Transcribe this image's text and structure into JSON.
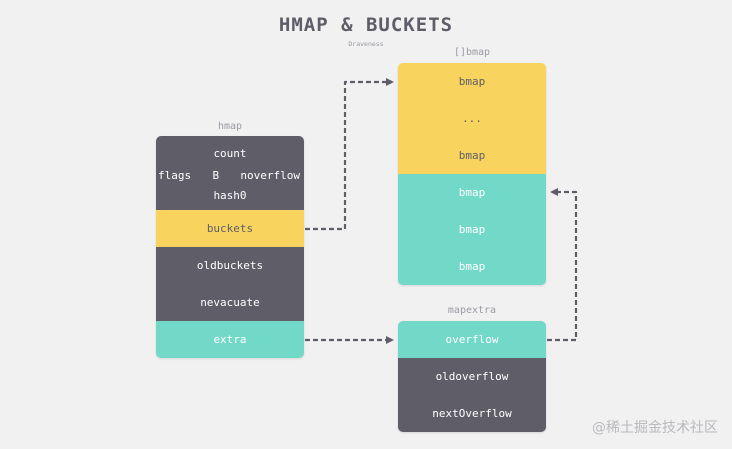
{
  "title": "HMAP & BUCKETS",
  "author": "Draveness",
  "hmap": {
    "label": "hmap",
    "fields": {
      "count": "count",
      "flags": "flags",
      "b": "B",
      "noverflow": "noverflow",
      "hash0": "hash0",
      "buckets": "buckets",
      "oldbuckets": "oldbuckets",
      "nevacuate": "nevacuate",
      "extra": "extra"
    }
  },
  "buckets_array": {
    "label": "[]bmap",
    "cells": [
      "bmap",
      "...",
      "bmap",
      "bmap",
      "bmap",
      "bmap"
    ]
  },
  "mapextra": {
    "label": "mapextra",
    "fields": [
      "overflow",
      "oldoverflow",
      "nextOverflow"
    ]
  },
  "colors": {
    "dark": "#5f5d67",
    "yellow": "#f8d35e",
    "teal": "#72d8c8",
    "background": "#f1f1f1",
    "arrow": "#5f5d67"
  },
  "watermark": "@稀土掘金技术社区"
}
